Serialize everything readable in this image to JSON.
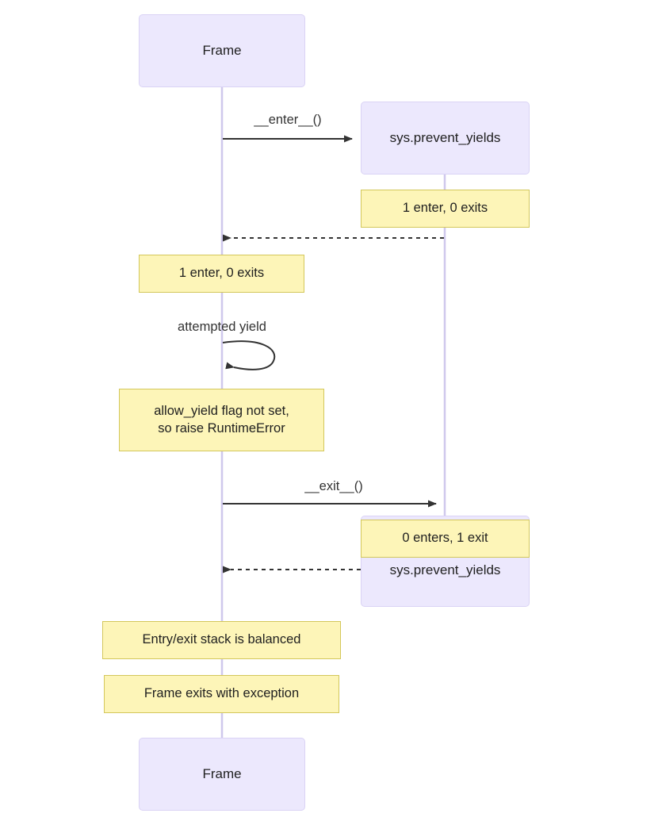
{
  "diagram": {
    "type": "sequence-diagram",
    "title": "",
    "background_color": "#ffffff",
    "participant_fill": "#ECE8FD",
    "participant_stroke": "#DAD3F5",
    "note_fill": "#FDF5B8",
    "note_stroke": "#D3C75B",
    "lifeline_color": "#CFC8EC",
    "arrow_color": "#333333"
  },
  "participants": {
    "frame_top": {
      "label": "Frame"
    },
    "prevent_yields_top": {
      "label": "sys.prevent_yields"
    },
    "prevent_yields_bottom": {
      "label": "sys.prevent_yields"
    },
    "frame_bottom": {
      "label": "Frame"
    }
  },
  "messages": {
    "enter": {
      "label": "__enter__()",
      "style": "solid",
      "direction": "right"
    },
    "return_enter": {
      "label": "",
      "style": "dashed",
      "direction": "left"
    },
    "attempted_yield": {
      "label": "attempted yield",
      "style": "solid",
      "direction": "self-loop"
    },
    "exit": {
      "label": "__exit__()",
      "style": "solid",
      "direction": "right"
    },
    "return_exit": {
      "label": "",
      "style": "dashed",
      "direction": "left"
    }
  },
  "notes": {
    "note_right_enter": {
      "text": "1 enter, 0 exits"
    },
    "note_left_enter": {
      "text": "1 enter, 0 exits"
    },
    "note_runtime_error": {
      "text": "allow_yield flag not set,\nso raise RuntimeError"
    },
    "note_right_exit": {
      "text": "0 enters, 1 exit"
    },
    "note_balanced": {
      "text": "Entry/exit stack is balanced"
    },
    "note_exception": {
      "text": "Frame exits with exception"
    }
  }
}
